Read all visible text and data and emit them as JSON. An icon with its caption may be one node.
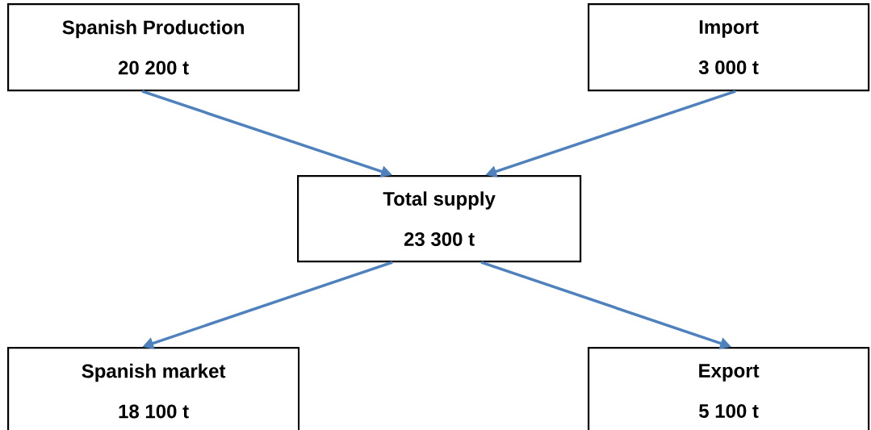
{
  "diagram": {
    "nodes": [
      {
        "text": [
          "Spanish Production",
          "20 200 t"
        ]
      },
      {
        "text": [
          "Import",
          "3 000 t"
        ]
      },
      {
        "text": [
          "Total supply",
          "23 300 t"
        ]
      },
      {
        "text": [
          "Spanish market",
          "18 100 t"
        ]
      },
      {
        "text": [
          "Export",
          "5 100 t"
        ]
      }
    ],
    "edges": [
      {
        "from": 0,
        "to": 2,
        "arrow": "to"
      },
      {
        "from": 1,
        "to": 2,
        "arrow": "to"
      },
      {
        "from": 2,
        "to": 3,
        "arrow": "to"
      },
      {
        "from": 2,
        "to": 4,
        "arrow": "to"
      }
    ]
  }
}
